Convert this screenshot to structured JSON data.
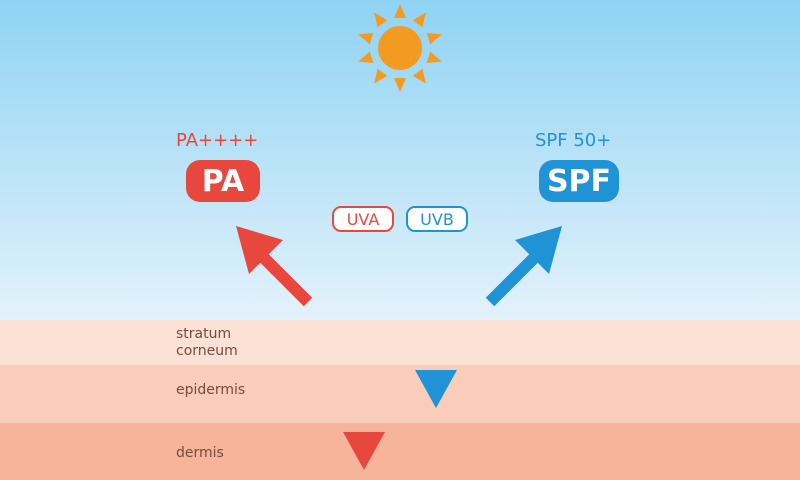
{
  "colors": {
    "sky_top": "#8fd3f3",
    "sky_bottom": "#e3f2fb",
    "uva_red": "#e8473e",
    "uvb_blue": "#1f93d6",
    "sun_orange": "#f39a22",
    "layer_text": "#7a4a3a",
    "stratum_corneum": "#fce2d6",
    "epidermis": "#f9cdb9",
    "dermis": "#f6b49b"
  },
  "icons": {
    "sun": "sun-icon"
  },
  "left_protection": {
    "rating": "PA++++",
    "badge": "PA"
  },
  "right_protection": {
    "rating": "SPF 50+",
    "badge": "SPF"
  },
  "rays": {
    "uva": "UVA",
    "uvb": "UVB"
  },
  "skin_layers": [
    {
      "label": "stratum\ncorneum"
    },
    {
      "label": "epidermis"
    },
    {
      "label": "dermis"
    }
  ]
}
